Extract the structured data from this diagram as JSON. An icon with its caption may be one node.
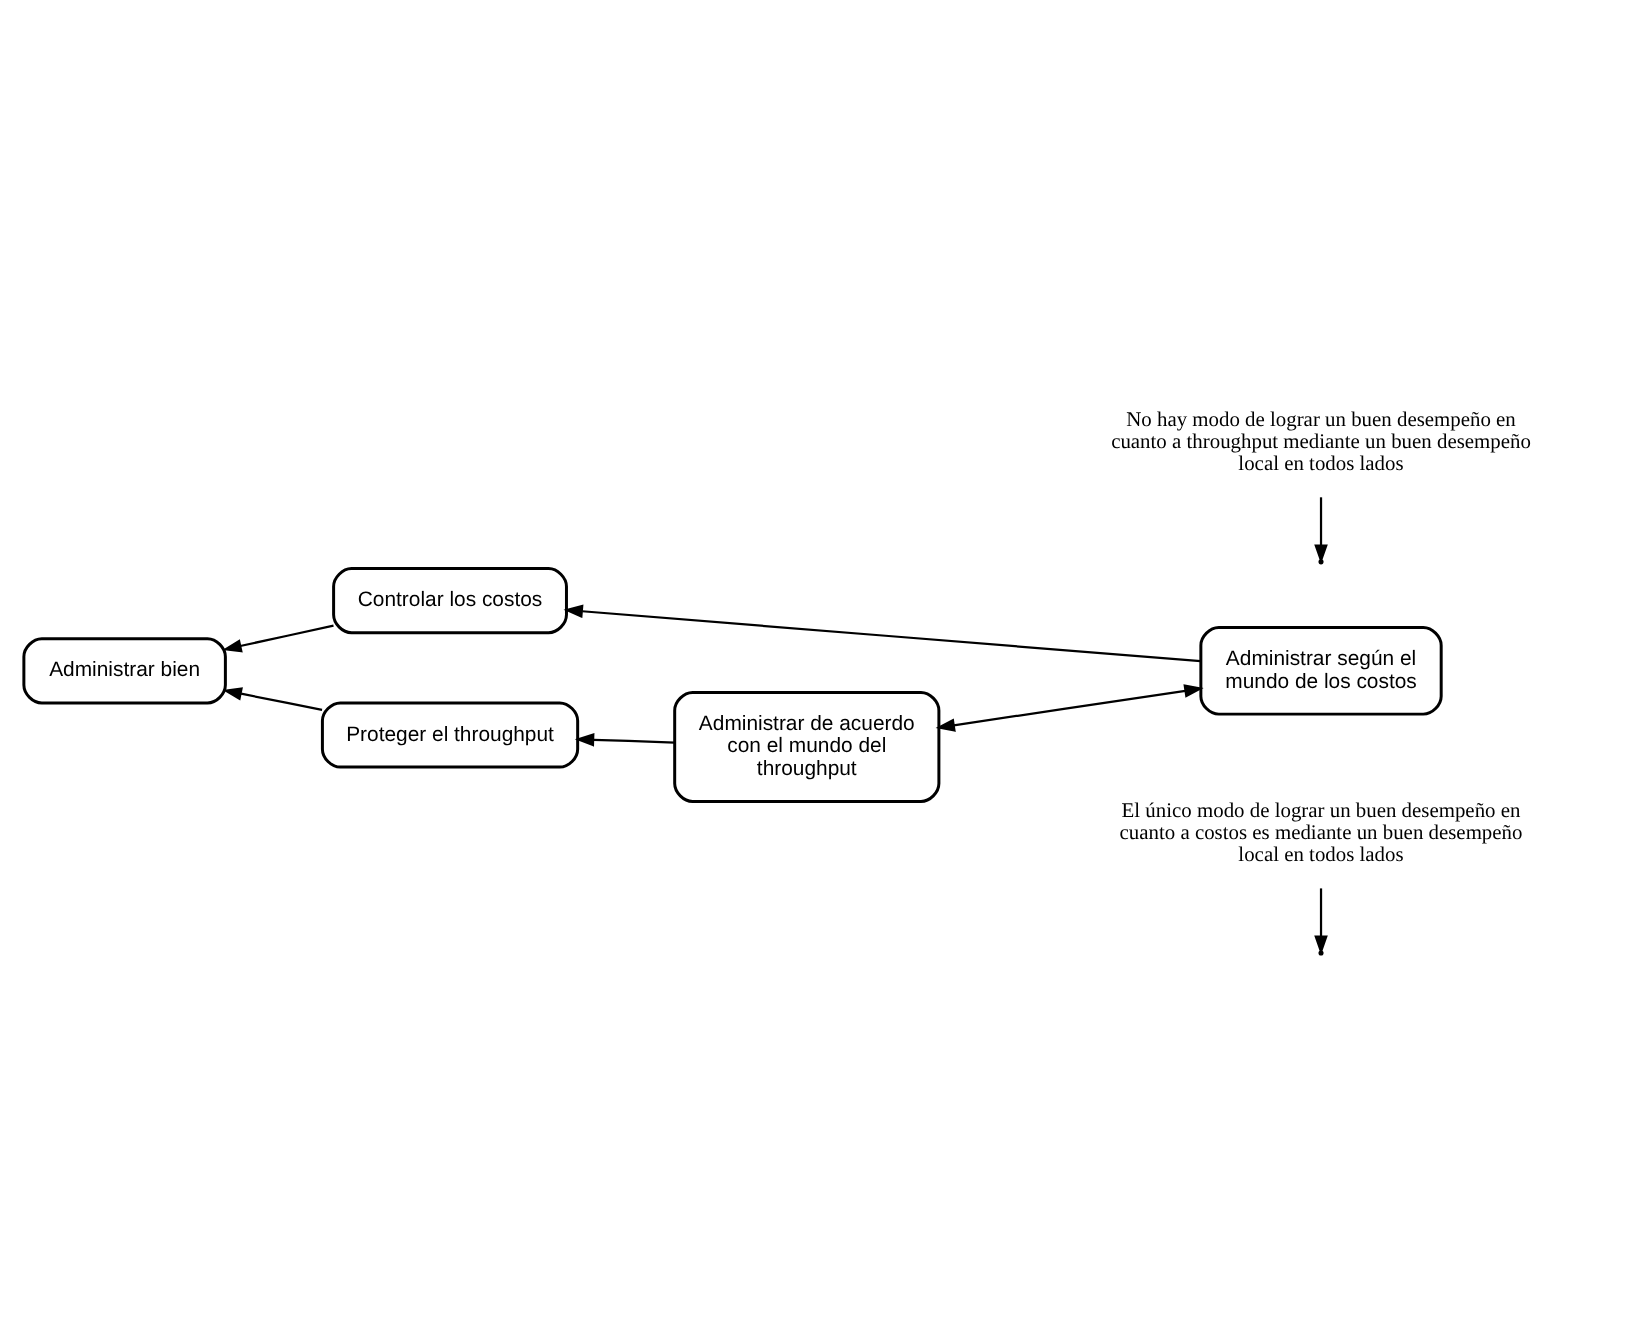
{
  "diagram": {
    "nodes": [
      {
        "text": [
          "El único modo de lograr un buen desempeño en cuanto a costos es mediante un buen desempeño local en todos lados"
        ]
      },
      {
        "text": [
          "Controlar los costos"
        ]
      },
      {
        "text": [
          "Administrar según el mundo de los costos"
        ]
      },
      {
        "text": [
          "Administrar bien"
        ]
      },
      {
        "text": [
          "Proteger el throughput"
        ]
      },
      {
        "text": [
          "Administrar de acuerdo con el mundo del throughput"
        ]
      },
      {
        "text": [
          "No hay modo de lograr un buen desempeño en cuanto a throughput mediante un buen desempeño local en todos lados"
        ]
      }
    ],
    "edges": [
      {
        "from": 2,
        "to": 1,
        "arrow": "to"
      },
      {
        "from": 1,
        "to": 3,
        "arrow": "to"
      },
      {
        "from": 5,
        "to": 4,
        "arrow": "to"
      },
      {
        "from": 4,
        "to": 3,
        "arrow": "to"
      },
      {
        "from": 2,
        "to": 5,
        "arrow": "both"
      },
      {
        "from": 0,
        "to": null,
        "arrow": "to"
      },
      {
        "from": 6,
        "to": null,
        "arrow": "to"
      }
    ]
  }
}
